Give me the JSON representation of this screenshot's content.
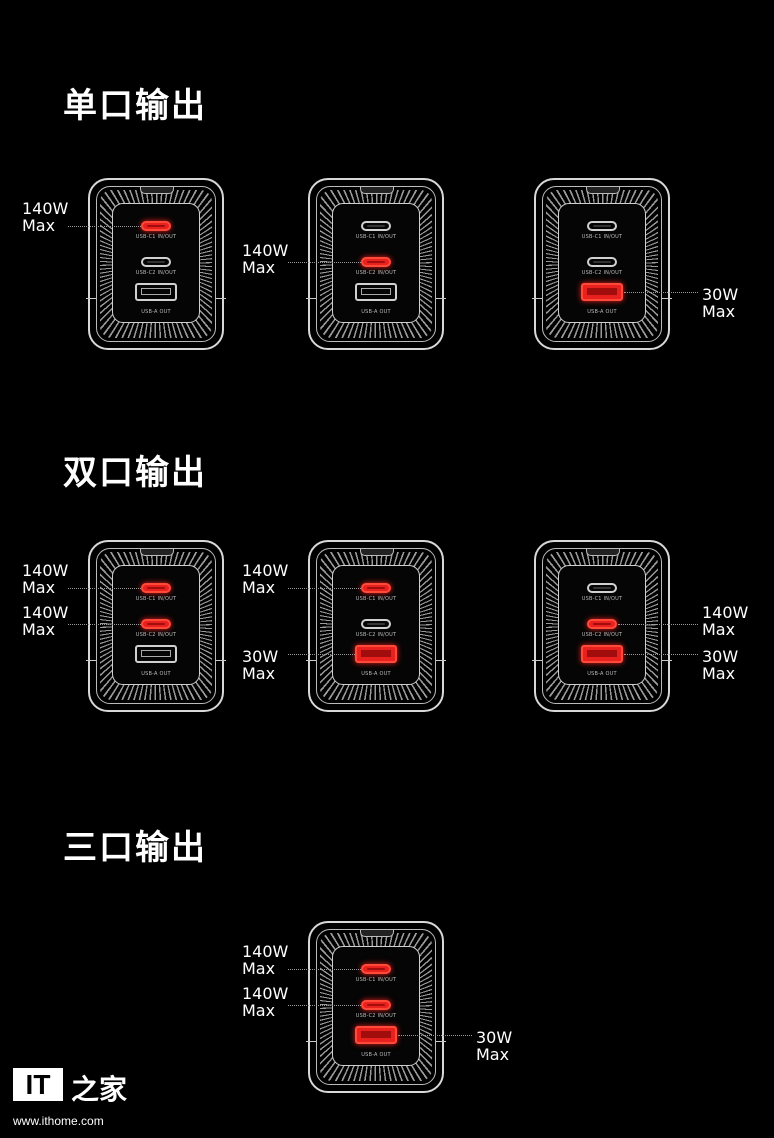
{
  "sections": [
    {
      "title": "单口输出",
      "chargers": [
        {
          "ports": [
            {
              "label": "USB-C1 IN/OUT",
              "type": "c",
              "active": true,
              "callout": {
                "power": "140W",
                "max": "Max",
                "side": "left"
              }
            },
            {
              "label": "USB-C2 IN/OUT",
              "type": "c",
              "active": false
            },
            {
              "label": "USB-A OUT",
              "type": "a",
              "active": false
            }
          ]
        },
        {
          "ports": [
            {
              "label": "USB-C1 IN/OUT",
              "type": "c",
              "active": false
            },
            {
              "label": "USB-C2 IN/OUT",
              "type": "c",
              "active": true,
              "callout": {
                "power": "140W",
                "max": "Max",
                "side": "left"
              }
            },
            {
              "label": "USB-A OUT",
              "type": "a",
              "active": false
            }
          ]
        },
        {
          "ports": [
            {
              "label": "USB-C1 IN/OUT",
              "type": "c",
              "active": false
            },
            {
              "label": "USB-C2 IN/OUT",
              "type": "c",
              "active": false
            },
            {
              "label": "USB-A OUT",
              "type": "a",
              "active": true,
              "callout": {
                "power": "30W",
                "max": "Max",
                "side": "right"
              }
            }
          ]
        }
      ]
    },
    {
      "title": "双口输出",
      "chargers": [
        {
          "ports": [
            {
              "label": "USB-C1 IN/OUT",
              "type": "c",
              "active": true,
              "callout": {
                "power": "140W",
                "max": "Max",
                "side": "left"
              }
            },
            {
              "label": "USB-C2 IN/OUT",
              "type": "c",
              "active": true,
              "callout": {
                "power": "140W",
                "max": "Max",
                "side": "left"
              }
            },
            {
              "label": "USB-A OUT",
              "type": "a",
              "active": false
            }
          ]
        },
        {
          "ports": [
            {
              "label": "USB-C1 IN/OUT",
              "type": "c",
              "active": true,
              "callout": {
                "power": "140W",
                "max": "Max",
                "side": "left"
              }
            },
            {
              "label": "USB-C2 IN/OUT",
              "type": "c",
              "active": false
            },
            {
              "label": "USB-A OUT",
              "type": "a",
              "active": true,
              "callout": {
                "power": "30W",
                "max": "Max",
                "side": "left"
              }
            }
          ]
        },
        {
          "ports": [
            {
              "label": "USB-C1 IN/OUT",
              "type": "c",
              "active": false
            },
            {
              "label": "USB-C2 IN/OUT",
              "type": "c",
              "active": true,
              "callout": {
                "power": "140W",
                "max": "Max",
                "side": "right"
              }
            },
            {
              "label": "USB-A OUT",
              "type": "a",
              "active": true,
              "callout": {
                "power": "30W",
                "max": "Max",
                "side": "right"
              }
            }
          ]
        }
      ]
    },
    {
      "title": "三口输出",
      "chargers": [
        {
          "ports": [
            {
              "label": "USB-C1 IN/OUT",
              "type": "c",
              "active": true,
              "callout": {
                "power": "140W",
                "max": "Max",
                "side": "left"
              }
            },
            {
              "label": "USB-C2 IN/OUT",
              "type": "c",
              "active": true,
              "callout": {
                "power": "140W",
                "max": "Max",
                "side": "left"
              }
            },
            {
              "label": "USB-A OUT",
              "type": "a",
              "active": true,
              "callout": {
                "power": "30W",
                "max": "Max",
                "side": "right"
              }
            }
          ]
        }
      ]
    }
  ],
  "watermark": {
    "logo_it": "IT",
    "logo_cn": "之家",
    "url": "www.ithome.com"
  },
  "colors": {
    "active": "#e8201e",
    "outline": "#d8d8d8",
    "background": "#000000"
  }
}
